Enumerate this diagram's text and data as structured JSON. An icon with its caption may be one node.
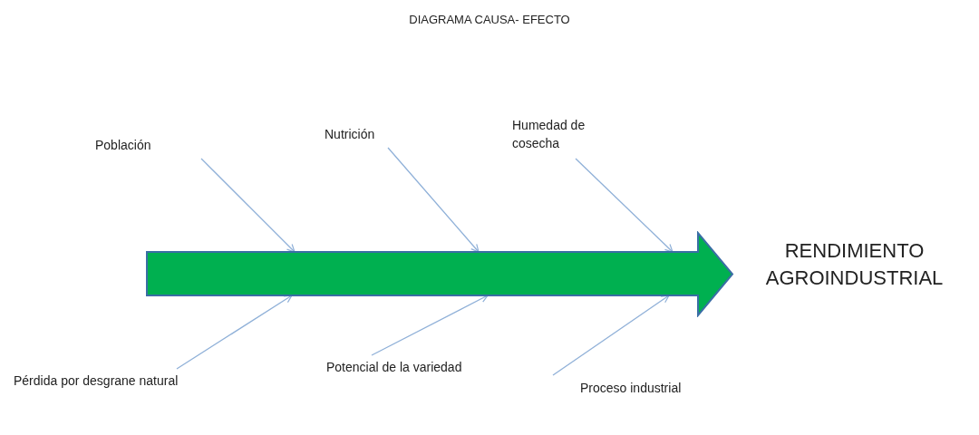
{
  "diagram": {
    "title": "DIAGRAMA CAUSA- EFECTO",
    "nodes": [
      {
        "text": [
          "Población"
        ]
      },
      {
        "text": [
          "Nutrición"
        ]
      },
      {
        "text": [
          "Humedad de cosecha"
        ]
      },
      {
        "text": [
          "Pérdida por desgrane natural"
        ]
      },
      {
        "text": [
          "Potencial de la variedad"
        ]
      },
      {
        "text": [
          "Proceso industrial"
        ]
      },
      {
        "text": [],
        "shape": "arrow"
      },
      {
        "text": [
          "RENDIMIENTO AGROINDUSTRIAL"
        ]
      }
    ],
    "edges": [
      {
        "from": 0,
        "to": 6,
        "arrow": "to"
      },
      {
        "from": 1,
        "to": 6,
        "arrow": "to"
      },
      {
        "from": 2,
        "to": 6,
        "arrow": "to"
      },
      {
        "from": 3,
        "to": 6,
        "arrow": "to"
      },
      {
        "from": 4,
        "to": 6,
        "arrow": "to"
      },
      {
        "from": 5,
        "to": 6,
        "arrow": "to"
      }
    ]
  }
}
